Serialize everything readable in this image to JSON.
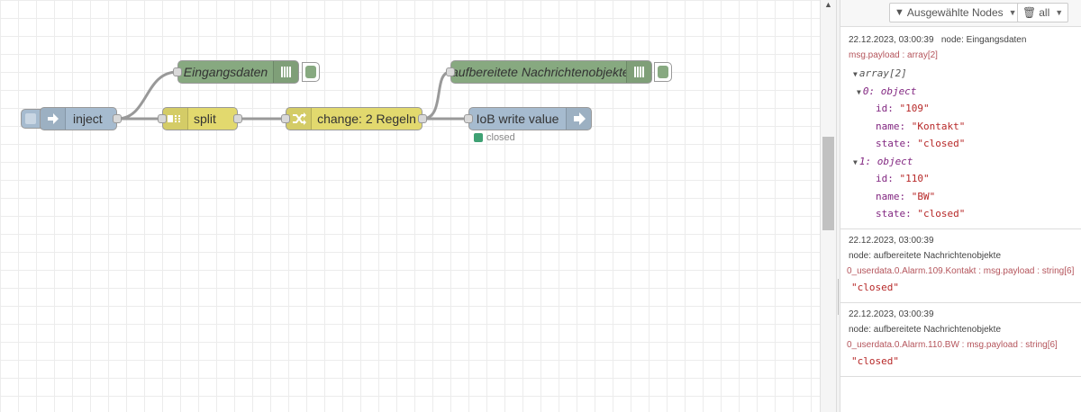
{
  "flow": {
    "nodes": {
      "inject": {
        "label": "inject"
      },
      "split": {
        "label": "split"
      },
      "change": {
        "label": "change: 2 Regeln"
      },
      "debug1": {
        "label": "Eingangsdaten"
      },
      "debug2": {
        "label": "aufbereitete Nachrichtenobjekte"
      },
      "iob_write": {
        "label": "IoB write value",
        "status": "closed",
        "status_color": "#3fa174"
      }
    },
    "colors": {
      "inject": "#a6bbcf",
      "split": "#e2d96e",
      "change": "#e2d96e",
      "debug": "#87a980",
      "iob": "#a6bbcf"
    }
  },
  "sidebar": {
    "filter_label": "Ausgewählte Nodes",
    "clear_label": "all",
    "messages": [
      {
        "timestamp": "22.12.2023, 03:00:39",
        "node": "node: Eingangsdaten",
        "topic": "msg.payload : array[2]",
        "tree": {
          "root": "array[2]",
          "items": [
            {
              "index": "0: object",
              "id_key": "id:",
              "id": "\"109\"",
              "name_key": "name:",
              "name": "\"Kontakt\"",
              "state_key": "state:",
              "state": "\"closed\""
            },
            {
              "index": "1: object",
              "id_key": "id:",
              "id": "\"110\"",
              "name_key": "name:",
              "name": "\"BW\"",
              "state_key": "state:",
              "state": "\"closed\""
            }
          ]
        }
      },
      {
        "timestamp": "22.12.2023, 03:00:39",
        "node": "node: aufbereitete Nachrichtenobjekte",
        "topic": "0_userdata.0.Alarm.109.Kontakt : msg.payload : string[6]",
        "value": "\"closed\""
      },
      {
        "timestamp": "22.12.2023, 03:00:39",
        "node": "node: aufbereitete Nachrichtenobjekte",
        "topic": "0_userdata.0.Alarm.110.BW : msg.payload : string[6]",
        "value": "\"closed\""
      }
    ]
  }
}
